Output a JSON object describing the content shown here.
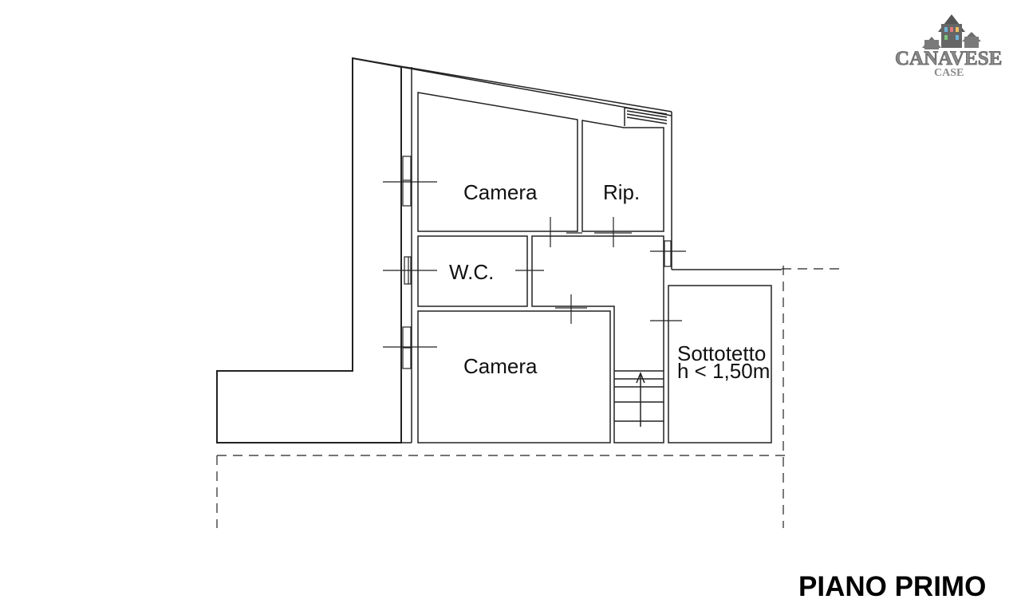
{
  "plan": {
    "title": "PIANO PRIMO",
    "rooms": [
      {
        "id": "camera-top",
        "label": "Camera"
      },
      {
        "id": "ripostiglio",
        "label": "Rip."
      },
      {
        "id": "wc",
        "label": "W.C."
      },
      {
        "id": "camera-bottom",
        "label": "Camera"
      },
      {
        "id": "sottotetto",
        "label": "Sottotetto",
        "note": "h < 1,50m"
      }
    ]
  },
  "logo": {
    "word": "CANAVESE",
    "sub": "CASE",
    "colors": {
      "main": "#8a8a8a",
      "dark": "#5e5e5e",
      "window_a": "#6fb3d9",
      "window_b": "#e07878",
      "window_c": "#f0c060",
      "window_d": "#7cc47c"
    }
  },
  "colors": {
    "line": "#222222",
    "background": "#ffffff"
  }
}
